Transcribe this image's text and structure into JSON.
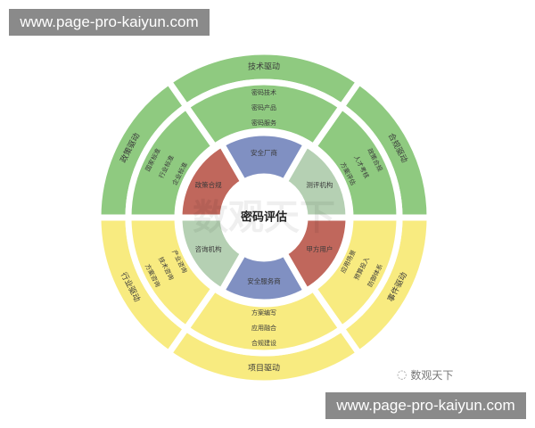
{
  "watermark_top": "www.page-pro-kaiyun.com",
  "watermark_bottom": "www.page-pro-kaiyun.com",
  "brand": {
    "icon": "wechat-icon",
    "label": "数观天下"
  },
  "center": {
    "label": "密码评估",
    "background_watermark": "数观天下"
  },
  "colors": {
    "green": "#8fca80",
    "yellow": "#f8eb80",
    "red": "#c0675c",
    "blue": "#8090c2",
    "light_green": "#b5d0b3"
  },
  "outer_ring": [
    {
      "label": "合规驱动",
      "color": "green"
    },
    {
      "label": "技术驱动",
      "color": "green"
    },
    {
      "label": "政策驱动",
      "color": "green"
    },
    {
      "label": "行业驱动",
      "color": "yellow"
    },
    {
      "label": "项目驱动",
      "color": "yellow"
    },
    {
      "label": "事件驱动",
      "color": "yellow"
    }
  ],
  "middle_ring": [
    {
      "items": [
        "政策合规",
        "人才考核",
        "方案评估"
      ],
      "color": "green"
    },
    {
      "items": [
        "密码技术",
        "密码产品",
        "密码服务"
      ],
      "color": "green"
    },
    {
      "items": [
        "国家标准",
        "行业标准",
        "企业标准"
      ],
      "color": "green"
    },
    {
      "items": [
        "产业咨询",
        "技术咨询",
        "方案咨询"
      ],
      "color": "yellow"
    },
    {
      "items": [
        "方案编写",
        "应用融合",
        "合规建设"
      ],
      "color": "yellow"
    },
    {
      "items": [
        "应用场景",
        "预算投入",
        "防御体系"
      ],
      "color": "yellow"
    }
  ],
  "inner_ring": [
    {
      "label": "测评机构",
      "color": "light_green"
    },
    {
      "label": "安全厂商",
      "color": "blue"
    },
    {
      "label": "政策合规",
      "color": "red"
    },
    {
      "label": "咨询机构",
      "color": "light_green"
    },
    {
      "label": "安全服务商",
      "color": "blue"
    },
    {
      "label": "甲方用户",
      "color": "red"
    }
  ]
}
